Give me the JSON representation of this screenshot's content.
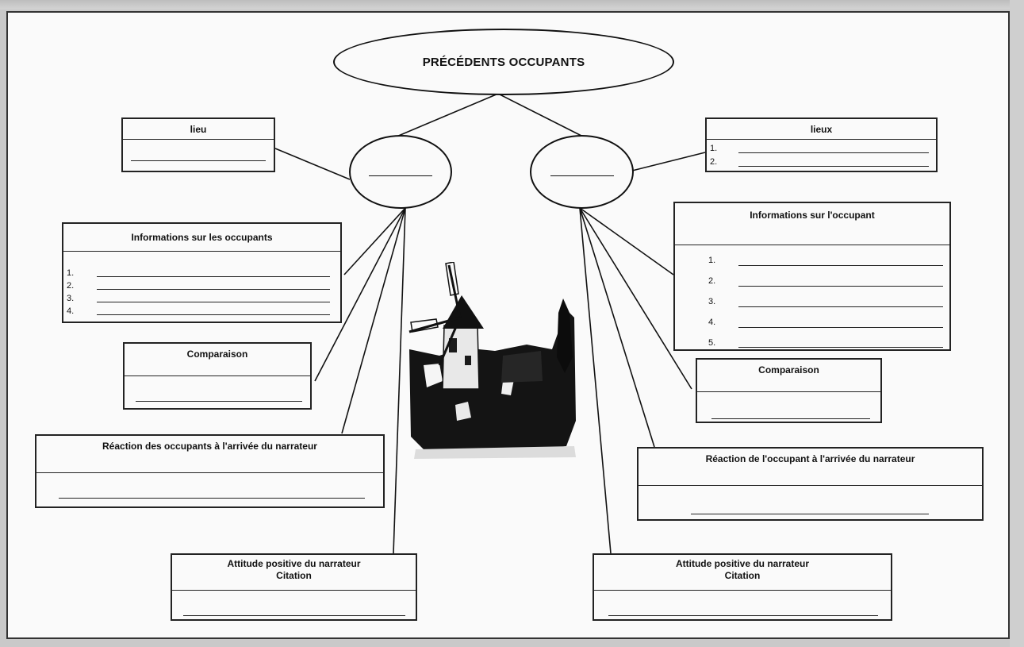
{
  "title": "PRÉCÉDENTS OCCUPANTS",
  "left": {
    "lieu": "lieu",
    "informations": {
      "header": "Informations sur les occupants",
      "numbers": [
        "1.",
        "2.",
        "3.",
        "4."
      ]
    },
    "comparaison": "Comparaison",
    "reaction": "Réaction des occupants à l'arrivée du narrateur",
    "attitude": [
      "Attitude positive du narrateur",
      "Citation"
    ]
  },
  "right": {
    "lieux": {
      "header": "lieux",
      "numbers": [
        "1.",
        "2."
      ]
    },
    "informations": {
      "header": "Informations sur l'occupant",
      "numbers": [
        "1.",
        "2.",
        "3.",
        "4.",
        "5."
      ]
    },
    "comparaison": "Comparaison",
    "reaction": "Réaction de l'occupant à l'arrivée du narrateur",
    "attitude": [
      "Attitude positive du narrateur",
      "Citation"
    ]
  }
}
